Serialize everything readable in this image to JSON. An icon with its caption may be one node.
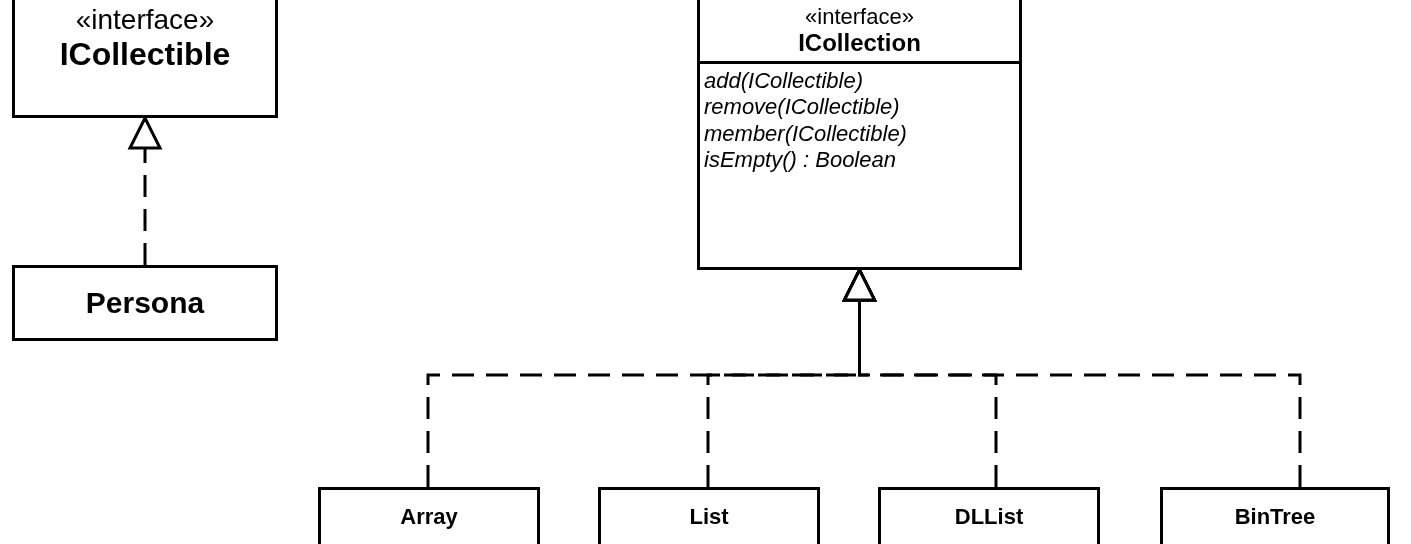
{
  "diagram": {
    "nodes": [
      {
        "text": [
          "«interface»",
          "ICollectible"
        ]
      },
      {
        "text": [
          "Persona"
        ]
      },
      {
        "text": [
          "«interface»",
          "ICollection",
          "add(ICollectible)",
          "remove(ICollectible)",
          "member(ICollectible)",
          "isEmpty() : Boolean"
        ]
      },
      {
        "text": [
          "Array"
        ]
      },
      {
        "text": [
          "List"
        ]
      },
      {
        "text": [
          "DLList"
        ]
      },
      {
        "text": [
          "BinTree"
        ]
      }
    ],
    "edges": [
      {
        "from": 1,
        "to": 0,
        "arrow": "to",
        "style": "dashed"
      },
      {
        "from": 3,
        "to": 2,
        "arrow": "to",
        "style": "dashed"
      },
      {
        "from": 4,
        "to": 2,
        "arrow": "to",
        "style": "dashed"
      },
      {
        "from": 5,
        "to": 2,
        "arrow": "to",
        "style": "dashed"
      },
      {
        "from": 6,
        "to": 2,
        "arrow": "to",
        "style": "dashed"
      }
    ]
  }
}
